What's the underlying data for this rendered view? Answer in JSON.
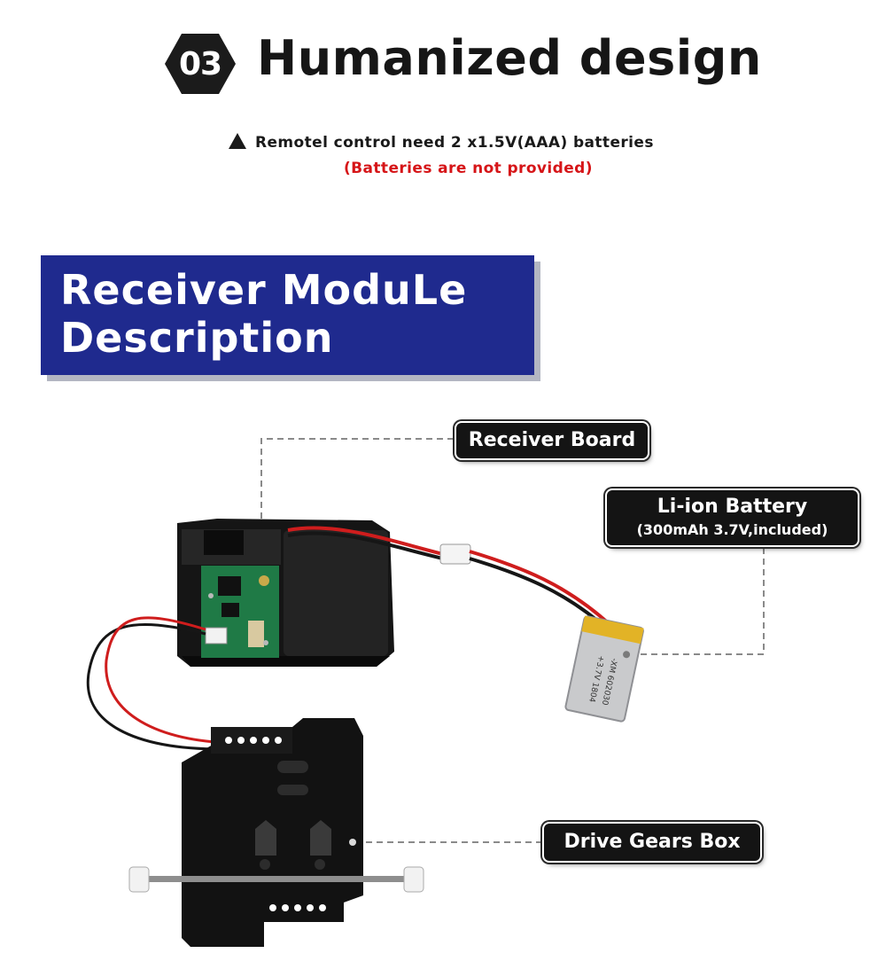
{
  "header": {
    "badge_number": "03",
    "title": "Humanized design",
    "note": "Remotel control need 2 x1.5V(AAA) batteries",
    "note_red": "(Batteries are not provided)"
  },
  "banner": {
    "line1": "Receiver ModuLe",
    "line2": "Description"
  },
  "callouts": {
    "receiver_board": "Receiver Board",
    "battery_title": "Li-ion Battery",
    "battery_spec": "(300mAh 3.7V,included)",
    "drive_gears": "Drive Gears Box"
  },
  "product_photo": {
    "battery_print_1": "-XM 602030",
    "battery_print_2": "+3.7V 1804"
  },
  "colors": {
    "banner_blue": "#1f2a8e",
    "note_red": "#d61518",
    "label_black": "#141414"
  }
}
